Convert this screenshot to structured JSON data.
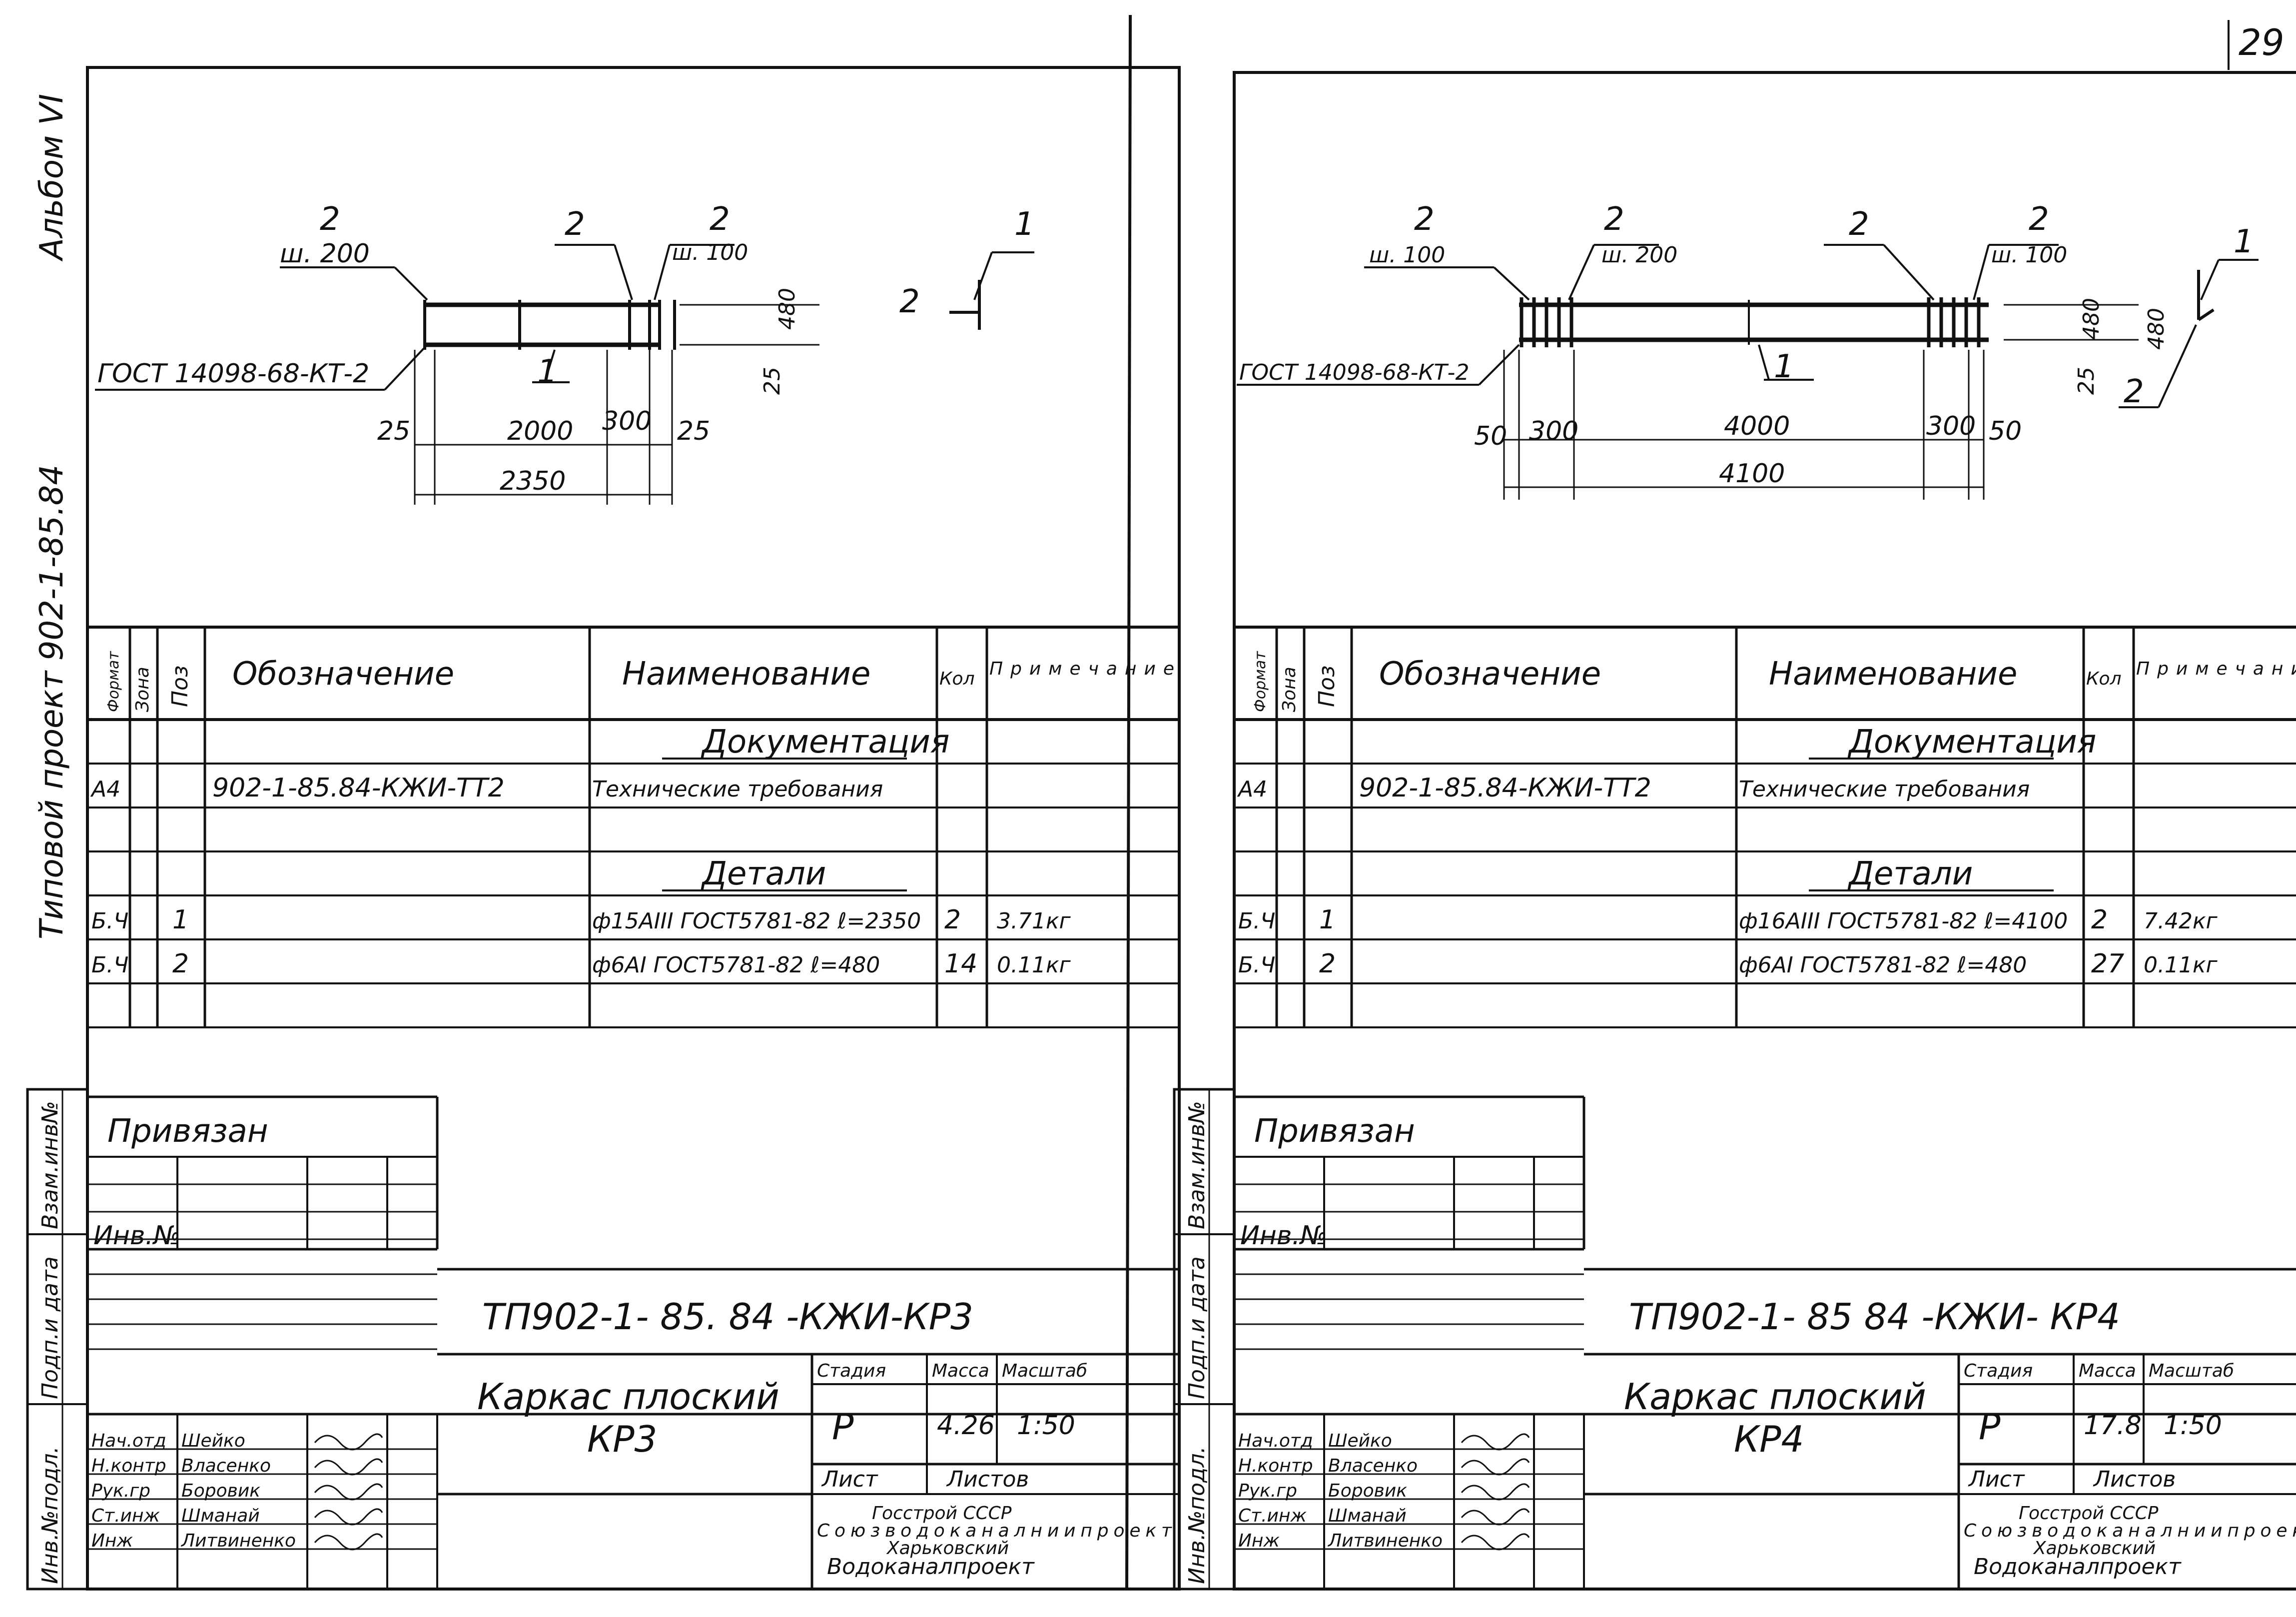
{
  "page_number": "29",
  "side_margin": {
    "album": "Альбом VI",
    "project": "Типовой проект  902-1-85.84",
    "stamp_labels": [
      "Взам.инв№",
      "Подп.и дата",
      "Инв.№подл."
    ]
  },
  "table_headers": {
    "format": "Формат",
    "zone": "Зона",
    "pos": "Поз",
    "designation": "Обозначение",
    "name": "Наименование",
    "qty": "Кол",
    "note": "Примечание"
  },
  "approval": {
    "bound": "Привязан",
    "inv": "Инв.№",
    "roles": [
      {
        "role": "Нач.отд",
        "name": "Шейко"
      },
      {
        "role": "Н.контр",
        "name": "Власенко"
      },
      {
        "role": "Рук.гр",
        "name": "Боровик"
      },
      {
        "role": "Ст.инж",
        "name": "Шманай"
      },
      {
        "role": "Инж",
        "name": "Литвиненко"
      }
    ],
    "col_stage": "Стадия",
    "col_mass": "Масса",
    "col_scale": "Масштаб",
    "sheet": "Лист",
    "sheets": "Листов",
    "org": [
      "Госстрой СССР",
      "Союзводоканалниипроект",
      "Харьковский",
      "Водоканалпроект"
    ]
  },
  "left": {
    "drawing": {
      "callouts": [
        "2",
        "ш. 200",
        "2",
        "2",
        "ш. 100",
        "2",
        "1",
        "1",
        "ГОСТ 14098-68-КТ-2"
      ],
      "dims": [
        "25",
        "2000",
        "300",
        "25",
        "2350",
        "25",
        "480"
      ]
    },
    "rows": [
      {
        "format": "",
        "zone": "",
        "pos": "",
        "designation": "",
        "name": "Документация",
        "qty": "",
        "note": ""
      },
      {
        "format": "А4",
        "zone": "",
        "pos": "",
        "designation": "902-1-85.84-КЖИ-ТТ2",
        "name": "Технические требования",
        "qty": "",
        "note": ""
      },
      {
        "format": "",
        "zone": "",
        "pos": "",
        "designation": "",
        "name": "",
        "qty": "",
        "note": ""
      },
      {
        "format": "",
        "zone": "",
        "pos": "",
        "designation": "",
        "name": "Детали",
        "qty": "",
        "note": ""
      },
      {
        "format": "Б.Ч",
        "zone": "",
        "pos": "1",
        "designation": "",
        "name": "ф15АIII ГОСТ5781-82 ℓ=2350",
        "qty": "2",
        "note": "3.71кг"
      },
      {
        "format": "Б.Ч",
        "zone": "",
        "pos": "2",
        "designation": "",
        "name": "ф6АI ГОСТ5781-82 ℓ=480",
        "qty": "14",
        "note": "0.11кг"
      },
      {
        "format": "",
        "zone": "",
        "pos": "",
        "designation": "",
        "name": "",
        "qty": "",
        "note": ""
      }
    ],
    "code": "ТП902-1- 85. 84   -КЖИ-КР3",
    "title_line1": "Каркас плоский",
    "title_line2": "КР3",
    "stage": "Р",
    "mass": "4.26",
    "scale": "1:50"
  },
  "right": {
    "drawing": {
      "callouts": [
        "2",
        "ш. 100",
        "2",
        "ш. 200",
        "2",
        "2",
        "ш. 100",
        "1",
        "1",
        "2",
        "ГОСТ 14098-68-КТ-2"
      ],
      "dims": [
        "50",
        "300",
        "4000",
        "300",
        "50",
        "4100",
        "25",
        "480",
        "480"
      ]
    },
    "rows": [
      {
        "format": "",
        "zone": "",
        "pos": "",
        "designation": "",
        "name": "Документация",
        "qty": "",
        "note": ""
      },
      {
        "format": "А4",
        "zone": "",
        "pos": "",
        "designation": "902-1-85.84-КЖИ-ТТ2",
        "name": "Технические требования",
        "qty": "",
        "note": ""
      },
      {
        "format": "",
        "zone": "",
        "pos": "",
        "designation": "",
        "name": "",
        "qty": "",
        "note": ""
      },
      {
        "format": "",
        "zone": "",
        "pos": "",
        "designation": "",
        "name": "Детали",
        "qty": "",
        "note": ""
      },
      {
        "format": "Б.Ч",
        "zone": "",
        "pos": "1",
        "designation": "",
        "name": "ф16АIII ГОСТ5781-82 ℓ=4100",
        "qty": "2",
        "note": "7.42кг"
      },
      {
        "format": "Б.Ч",
        "zone": "",
        "pos": "2",
        "designation": "",
        "name": "ф6АI ГОСТ5781-82 ℓ=480",
        "qty": "27",
        "note": "0.11кг"
      },
      {
        "format": "",
        "zone": "",
        "pos": "",
        "designation": "",
        "name": "",
        "qty": "",
        "note": ""
      }
    ],
    "code": "ТП902-1- 85  84   -КЖИ- КР4",
    "title_line1": "Каркас плоский",
    "title_line2": "КР4",
    "stage": "Р",
    "mass": "17.8",
    "scale": "1:50"
  }
}
